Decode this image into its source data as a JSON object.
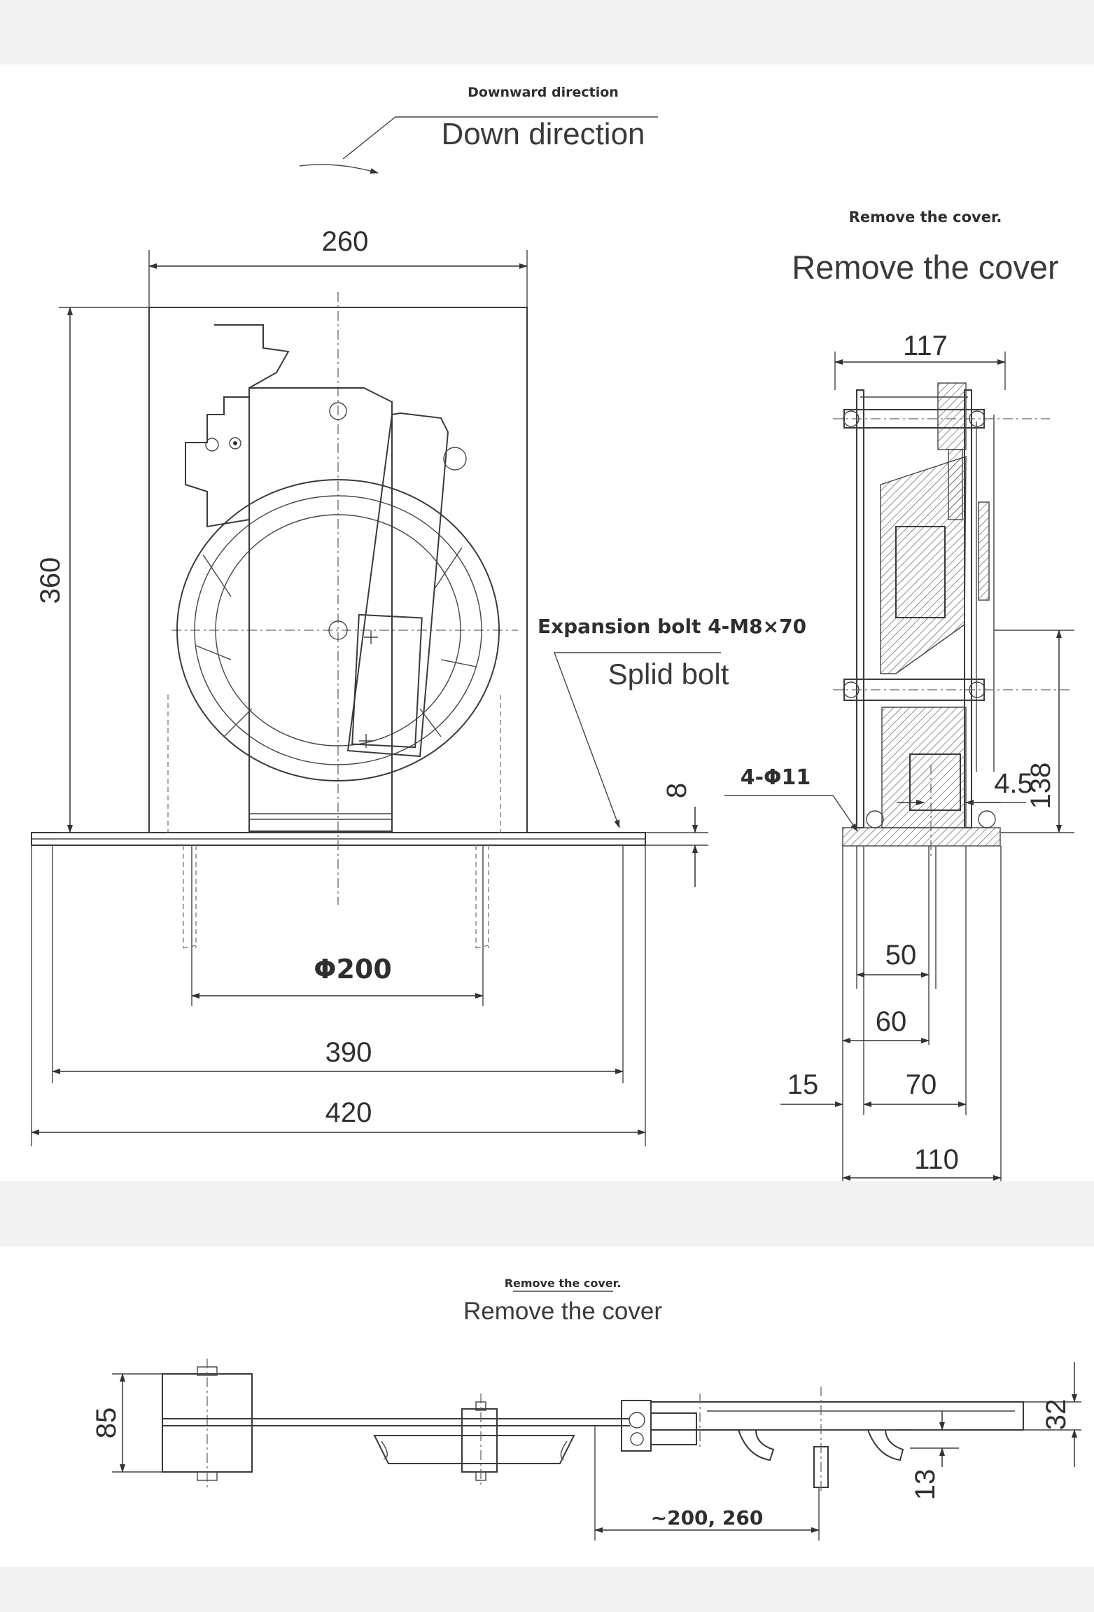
{
  "panel1": {
    "labels": {
      "downward_translation": "Downward direction",
      "down_direction": "Down direction",
      "remove_cover_translation": "Remove the cover.",
      "remove_cover": "Remove the cover",
      "expansion_bolt_translation": "Expansion bolt 4-M8×70",
      "splid_bolt": "Splid bolt",
      "hole_spec": "4-Φ11",
      "diameter": "Φ200"
    },
    "dimensions": {
      "width_top": "260",
      "height_left": "360",
      "base_inner": "390",
      "base_outer": "420",
      "plate_thickness": "8",
      "side_width": "117",
      "side_height": "138",
      "side_gap": "4.5",
      "d50": "50",
      "d60": "60",
      "d15": "15",
      "d70": "70",
      "d110": "110"
    }
  },
  "panel2": {
    "labels": {
      "remove_cover_translation": "Remove the cover.",
      "remove_cover": "Remove the cover"
    },
    "dimensions": {
      "d85": "85",
      "d32": "32",
      "d13": "13",
      "travel": "~200, 260"
    }
  }
}
